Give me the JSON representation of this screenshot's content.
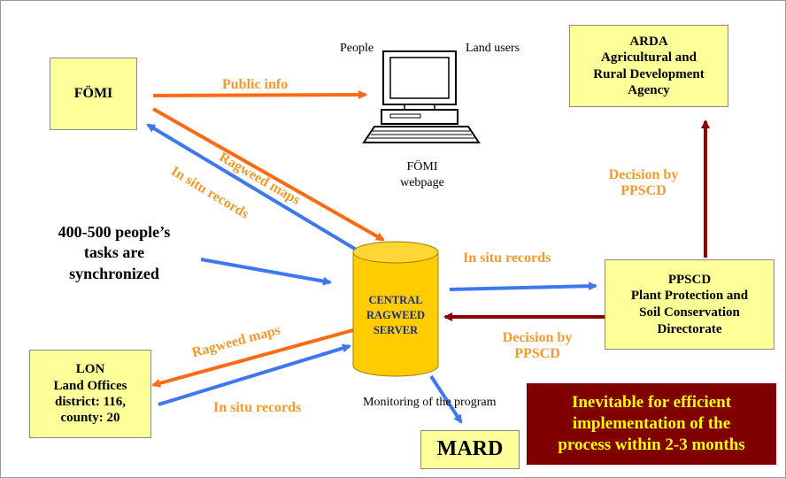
{
  "colors": {
    "box_fill": "#ffff99",
    "orange_arrow": "#ff6a13",
    "blue_arrow": "#3d78f0",
    "darkred_arrow": "#8b0000",
    "label_orange": "#f39a2a",
    "server_fill": "#ffcc00",
    "server_text": "#1a2a8a",
    "banner_fill": "#800000",
    "banner_text": "#ffff00"
  },
  "nodes": {
    "fomi": "FÖMI",
    "arda": [
      "ARDA",
      "Agricultural and",
      "Rural Development",
      "Agency"
    ],
    "ppscd": [
      "PPSCD",
      "Plant Protection and",
      "Soil Conservation",
      "Directorate"
    ],
    "lon": [
      "LON",
      "Land Offices",
      "district: 116,",
      "county: 20"
    ],
    "mard": "MARD",
    "server": [
      "CENTRAL",
      "RAGWEED",
      "SERVER"
    ]
  },
  "computer": {
    "people": "People",
    "land_users": "Land users",
    "caption": [
      "FÖMI",
      "webpage"
    ]
  },
  "people_sync": [
    "400-500 people’s",
    "tasks are",
    "synchronized"
  ],
  "edge_labels": {
    "public_info": "Public info",
    "ragweed_maps_top": "Ragweed maps",
    "in_situ_top": "In situ records",
    "in_situ_right": "In situ records",
    "decision_up": [
      "Decision by",
      "PPSCD"
    ],
    "decision_left": [
      "Decision by",
      "PPSCD"
    ],
    "ragweed_maps_bottom": "Ragweed maps",
    "in_situ_bottom": "In situ records",
    "monitoring": "Monitoring of the program"
  },
  "banner": [
    "Inevitable for efficient",
    "implementation of the",
    "process within 2-3 months"
  ]
}
